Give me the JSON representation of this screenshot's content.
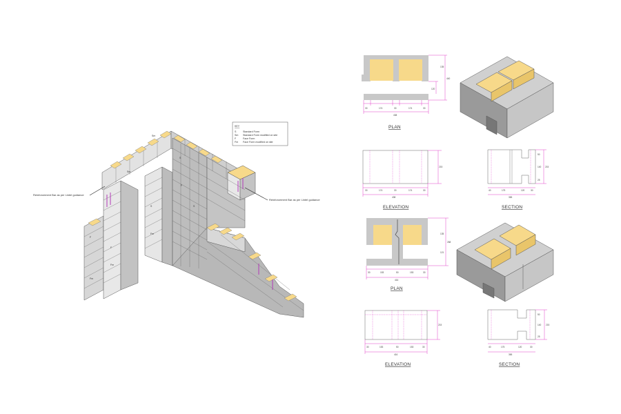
{
  "key": {
    "title": "KEY",
    "items": [
      {
        "code": "S",
        "desc": "Standard Form"
      },
      {
        "code": "Sm",
        "desc": "Standard Form modified on site"
      },
      {
        "code": "F",
        "desc": "Face Form"
      },
      {
        "code": "Fm",
        "desc": "Face Form modified on site"
      }
    ]
  },
  "annotations": {
    "left": "Reinforcement Bar as per Lintel guidance",
    "right": "Reinforcement Bar as per Lintel guidance"
  },
  "block_labels": [
    "S",
    "Sm",
    "F",
    "Fm"
  ],
  "views": {
    "plan1": {
      "label": "PLAN",
      "dims_h": [
        "30",
        "174",
        "30",
        "174",
        "30"
      ],
      "total": "438",
      "dims_v": [
        "3",
        "135",
        "120",
        "3"
      ],
      "total_v": "440"
    },
    "elevation1": {
      "label": "ELEVATION",
      "dims_h": [
        "30",
        "174",
        "30",
        "174",
        "30"
      ],
      "total": "438",
      "dims_v": [
        "215"
      ],
      "total_v": "215"
    },
    "section1": {
      "label": "SECTION",
      "dims_h": [
        "40",
        "175",
        "120",
        "30"
      ],
      "total": "365",
      "dims_v": [
        "50",
        "140",
        "25"
      ],
      "total_v": "215"
    },
    "plan2": {
      "label": "PLAN",
      "dims_h": [
        "30",
        "153",
        "50",
        "153",
        "30"
      ],
      "total": "416",
      "dims_v": [
        "6",
        "135",
        "121",
        "6"
      ],
      "total_v": "268"
    },
    "elevation2": {
      "label": "ELEVATION",
      "dims_h": [
        "30",
        "153",
        "50",
        "153",
        "30"
      ],
      "total": "416",
      "dims_v": [
        "215"
      ],
      "total_v": "215"
    },
    "section2": {
      "label": "SECTION",
      "dims_h": [
        "40",
        "175",
        "120",
        "30"
      ],
      "total": "365",
      "dims_v": [
        "50",
        "140",
        "25"
      ],
      "total_v": "215"
    }
  },
  "colors": {
    "concrete": "#c8c8c8",
    "insulation": "#f7d98a",
    "dimension": "#e040c8"
  }
}
